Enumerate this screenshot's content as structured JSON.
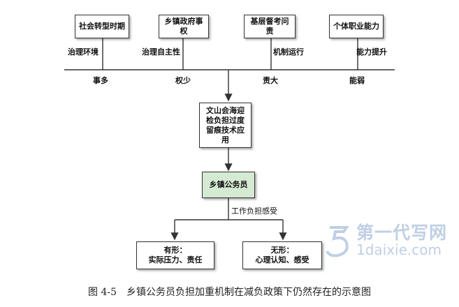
{
  "top_boxes": [
    "社会转型时期",
    "乡镇政府事权",
    "基层督考问责",
    "个体职业能力"
  ],
  "arrow_labels": [
    "治理环境",
    "治理自主性",
    "机制运行",
    "能力提升"
  ],
  "bottom_labels": [
    "事多",
    "权少",
    "责大",
    "能弱"
  ],
  "center_box": "文山会海迎检负担过度留痕技术应用",
  "core_box": "乡镇公务员",
  "split_label": "工作负担感受",
  "leaf_left": {
    "line1": "有形：",
    "line2": "实际压力、责任"
  },
  "leaf_right": {
    "line1": "无形：",
    "line2": "心理认知、感受"
  },
  "caption": "图 4-5　乡镇公务员负担加重机制在减负政策下仍然存在的示意图",
  "watermark": {
    "cn": "第一代写网",
    "en": "1daixie.com"
  },
  "colors": {
    "core_fill": "#d5ead3",
    "line": "#333333",
    "watermark": "#8da8cf"
  }
}
